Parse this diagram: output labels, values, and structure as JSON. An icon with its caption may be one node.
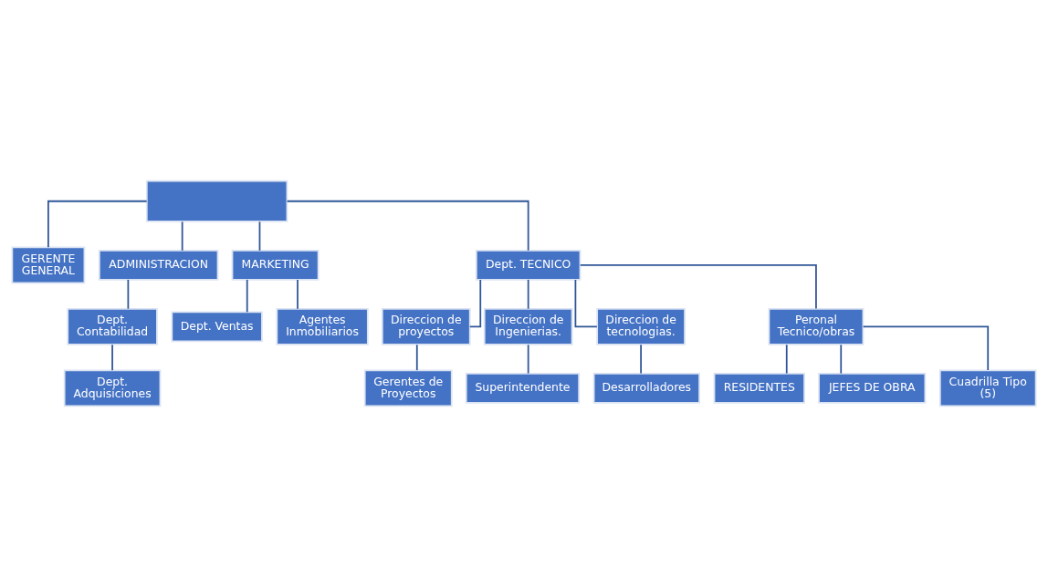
{
  "diagram": {
    "nodes": [
      {
        "text": [],
        "shape": "box"
      },
      {
        "text": [
          "GERENTE GENERAL"
        ]
      },
      {
        "text": [
          "ADMINISTRACION"
        ]
      },
      {
        "text": [
          "MARKETING"
        ]
      },
      {
        "text": [
          "Dept. TECNICO"
        ]
      },
      {
        "text": [
          "Dept. Contabilidad"
        ]
      },
      {
        "text": [
          "Dept. Adquisiciones"
        ]
      },
      {
        "text": [
          "Dept. Ventas"
        ]
      },
      {
        "text": [
          "Agentes Inmobiliarios"
        ]
      },
      {
        "text": [
          "Direccion de proyectos"
        ]
      },
      {
        "text": [
          "Gerentes de Proyectos"
        ]
      },
      {
        "text": [
          "Direccion de Ingenierias."
        ]
      },
      {
        "text": [
          "Superintendente"
        ]
      },
      {
        "text": [
          "Direccion de tecnologias."
        ]
      },
      {
        "text": [
          "Desarrolladores"
        ]
      },
      {
        "text": [
          "Peronal Tecnico/obras"
        ]
      },
      {
        "text": [
          "RESIDENTES"
        ]
      },
      {
        "text": [
          "JEFES DE OBRA"
        ]
      },
      {
        "text": [
          "Cuadrilla Tipo (5)"
        ]
      }
    ],
    "edges": [
      {
        "from": 0,
        "to": 1,
        "arrow": "none"
      },
      {
        "from": 0,
        "to": 2,
        "arrow": "none"
      },
      {
        "from": 0,
        "to": 3,
        "arrow": "none"
      },
      {
        "from": 0,
        "to": 4,
        "arrow": "none"
      },
      {
        "from": 2,
        "to": 5,
        "arrow": "none"
      },
      {
        "from": 5,
        "to": 6,
        "arrow": "none"
      },
      {
        "from": 3,
        "to": 7,
        "arrow": "none"
      },
      {
        "from": 3,
        "to": 8,
        "arrow": "none"
      },
      {
        "from": 4,
        "to": 9,
        "arrow": "none"
      },
      {
        "from": 4,
        "to": 11,
        "arrow": "none"
      },
      {
        "from": 4,
        "to": 13,
        "arrow": "none"
      },
      {
        "from": 4,
        "to": 15,
        "arrow": "none"
      },
      {
        "from": 9,
        "to": 10,
        "arrow": "none"
      },
      {
        "from": 11,
        "to": 12,
        "arrow": "none"
      },
      {
        "from": 13,
        "to": 14,
        "arrow": "none"
      },
      {
        "from": 15,
        "to": 16,
        "arrow": "none"
      },
      {
        "from": 15,
        "to": 17,
        "arrow": "none"
      },
      {
        "from": 15,
        "to": 18,
        "arrow": "none"
      }
    ]
  }
}
